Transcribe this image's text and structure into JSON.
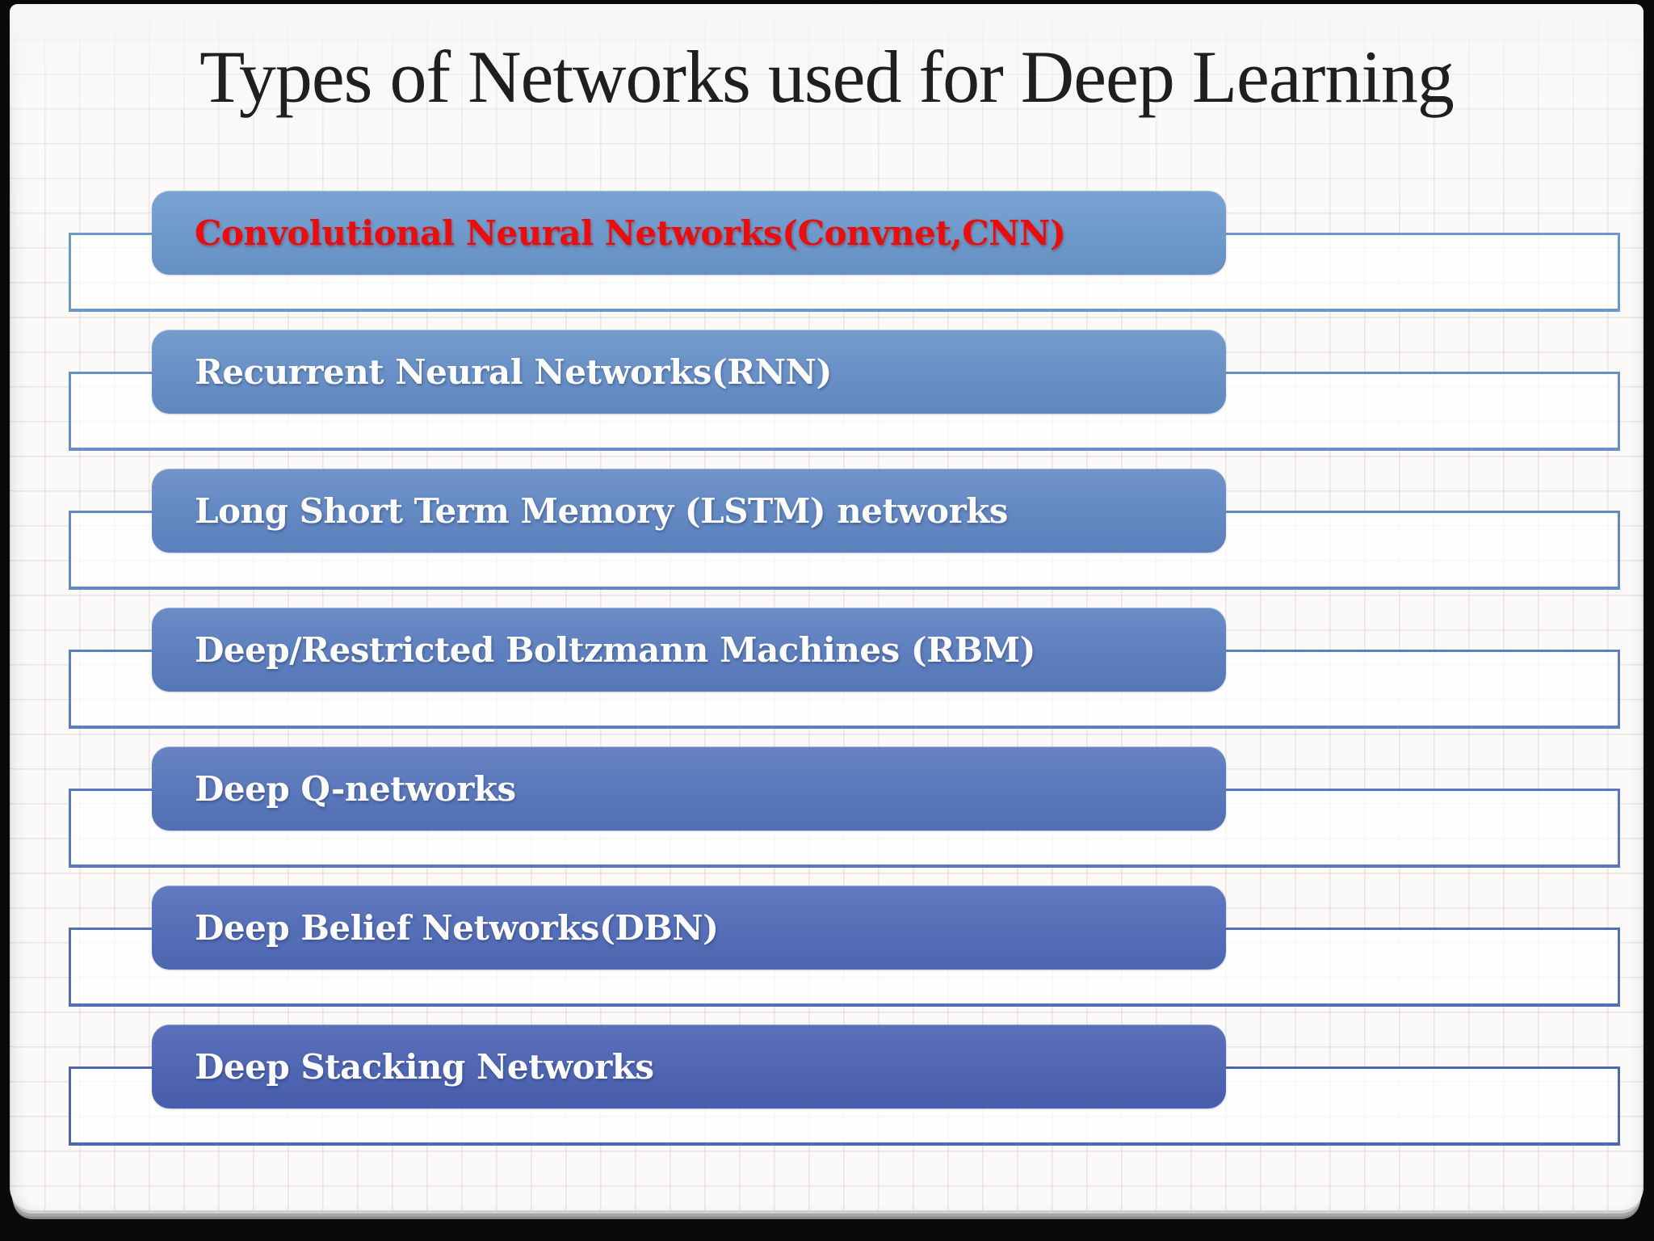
{
  "slide": {
    "title": "Types of Networks used for Deep Learning",
    "title_color": "#1f1f1f",
    "frame_color": "#0a0a0a",
    "paper_color": "#fbfaf9",
    "items": [
      {
        "label": "Convolutional Neural Networks(Convnet,CNN)",
        "label_color": "#e90d0d",
        "color_top": "#7ba3d1",
        "color_base": "#6d99ca",
        "color_bottom": "#6590c2"
      },
      {
        "label": "Recurrent Neural Networks(RNN)",
        "label_color": "#fdfdfd",
        "color_top": "#769ccd",
        "color_base": "#6890c6",
        "color_bottom": "#6088bf"
      },
      {
        "label": "Long Short Term Memory (LSTM) networks",
        "label_color": "#fdfdfd",
        "color_top": "#7194c9",
        "color_base": "#6388c2",
        "color_bottom": "#5b80bb"
      },
      {
        "label": "Deep/Restricted Boltzmann Machines (RBM)",
        "label_color": "#fdfdfd",
        "color_top": "#6c8cc6",
        "color_base": "#5e7fbe",
        "color_bottom": "#5677b7"
      },
      {
        "label": "Deep Q-networks",
        "label_color": "#fdfdfd",
        "color_top": "#6783c2",
        "color_base": "#5977ba",
        "color_bottom": "#516fb3"
      },
      {
        "label": "Deep Belief Networks(DBN)",
        "label_color": "#fdfdfd",
        "color_top": "#627abf",
        "color_base": "#546eb7",
        "color_bottom": "#4c66af"
      },
      {
        "label": "Deep Stacking Networks",
        "label_color": "#fdfdfd",
        "color_top": "#5d71bb",
        "color_base": "#4f66b3",
        "color_bottom": "#475dab"
      }
    ]
  }
}
